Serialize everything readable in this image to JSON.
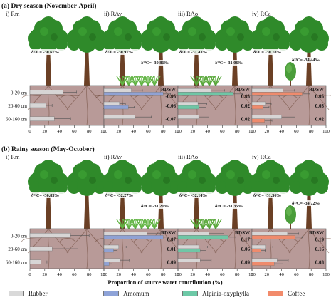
{
  "colors": {
    "rubber": "#d9d9d9",
    "amomum": "#8ea3d8",
    "alpinia": "#6dc9a7",
    "coffee": "#f28b6b",
    "soil": "#b89a98",
    "leaf": "#2f8a2a",
    "trunk": "#6b4025"
  },
  "xlabel": "Proportion of source water contribution (%)",
  "legend": [
    {
      "label": "Rubber",
      "color": "#d9d9d9"
    },
    {
      "label": "Amomum",
      "color": "#8ea3d8"
    },
    {
      "label": "Alpinia-oxyphylla",
      "color": "#6dc9a7"
    },
    {
      "label": "Coffee",
      "color": "#f28b6b"
    }
  ],
  "chart_data": [
    {
      "type": "bar",
      "season": "(a) Dry season (November-April)",
      "depths": [
        "0-20 cm",
        "20-60 cm",
        "60-160 cm"
      ],
      "xticks": [
        0,
        20,
        40,
        60,
        80,
        100
      ],
      "xlim": [
        0,
        100
      ],
      "rdsw_label": "RDSW",
      "panels": [
        {
          "title": "i) Rm",
          "tree_label": "δ¹³C= -30.67‰",
          "crop": null,
          "series": [
            {
              "name": "Rubber",
              "values": [
                45,
                22,
                33
              ],
              "errors": [
                18,
                8,
                22
              ]
            }
          ],
          "rdsw": []
        },
        {
          "title": "ii) RAv",
          "tree_label": "δ¹³C= -30.91‰",
          "crop": "amomum",
          "crop_label": "δ¹³C= -30.81‰",
          "series": [
            {
              "name": "Rubber",
              "values": [
                37,
                21,
                42
              ],
              "errors": [
                15,
                8,
                22
              ]
            },
            {
              "name": "Amomum",
              "values": [
                80,
                33,
                0
              ],
              "errors": [
                10,
                8,
                0
              ]
            }
          ],
          "rdsw": [
            "-0.06",
            "-0.06",
            "-0.07"
          ]
        },
        {
          "title": "iii) RAo",
          "tree_label": "δ¹³C= -31.43‰",
          "crop": "alpinia",
          "crop_label": "δ¹³C= -31.06‰",
          "series": [
            {
              "name": "Rubber",
              "values": [
                45,
                27,
                28
              ],
              "errors": [
                18,
                12,
                14
              ]
            },
            {
              "name": "Alpinia-oxyphylla",
              "values": [
                75,
                28,
                0
              ],
              "errors": [
                12,
                10,
                0
              ]
            }
          ],
          "rdsw": [
            "0.03",
            "0.02",
            "0.02"
          ]
        },
        {
          "title": "iv) RCa",
          "tree_label": "δ¹³C= -30.18‰",
          "crop": "coffee",
          "crop_label": "δ¹³C= -34.44‰",
          "series": [
            {
              "name": "Rubber",
              "values": [
                42,
                18,
                40
              ],
              "errors": [
                15,
                8,
                18
              ]
            },
            {
              "name": "Coffee",
              "values": [
                68,
                15,
                17
              ],
              "errors": [
                10,
                8,
                10
              ]
            }
          ],
          "rdsw": [
            "0.05",
            "0.03",
            "0.02"
          ]
        }
      ]
    },
    {
      "type": "bar",
      "season": "(b) Rainy season (May-October)",
      "depths": [
        "0-20 cm",
        "20-60 cm",
        "60-160 cm"
      ],
      "xticks": [
        0,
        20,
        40,
        60,
        80,
        100
      ],
      "xlim": [
        0,
        100
      ],
      "rdsw_label": "RDSW",
      "panels": [
        {
          "title": "i) Rm",
          "tree_label": "δ¹³C= -30.83‰",
          "crop": null,
          "series": [
            {
              "name": "Rubber",
              "values": [
                55,
                30,
                15
              ],
              "errors": [
                25,
                35,
                8
              ]
            }
          ],
          "rdsw": []
        },
        {
          "title": "ii) RAv",
          "tree_label": "δ¹³C= -32.27‰",
          "crop": "amomum",
          "crop_label": "δ¹³C= -31.21‰",
          "series": [
            {
              "name": "Rubber",
              "values": [
                58,
                20,
                22
              ],
              "errors": [
                18,
                10,
                12
              ]
            },
            {
              "name": "Amomum",
              "values": [
                80,
                13,
                7
              ],
              "errors": [
                8,
                5,
                4
              ]
            }
          ],
          "rdsw": [
            "0.07",
            "0.01",
            "0.09"
          ]
        },
        {
          "title": "iii) RAo",
          "tree_label": "δ¹³C= -32.14‰",
          "crop": "alpinia",
          "crop_label": "δ¹³C= -31.35‰",
          "series": [
            {
              "name": "Rubber",
              "values": [
                42,
                28,
                30
              ],
              "errors": [
                20,
                12,
                15
              ]
            },
            {
              "name": "Alpinia-oxyphylla",
              "values": [
                68,
                30,
                0
              ],
              "errors": [
                10,
                8,
                0
              ]
            }
          ],
          "rdsw": [
            "0.17",
            "0.06",
            "0.09"
          ]
        },
        {
          "title": "iv) RCa",
          "tree_label": "δ¹³C= -31.36‰",
          "crop": "coffee",
          "crop_label": "δ¹³C= -34.72‰",
          "series": [
            {
              "name": "Rubber",
              "values": [
                48,
                18,
                34
              ],
              "errors": [
                15,
                10,
                15
              ]
            },
            {
              "name": "Coffee",
              "values": [
                58,
                12,
                30
              ],
              "errors": [
                10,
                6,
                12
              ]
            }
          ],
          "rdsw": [
            "0.19",
            "0.16",
            "0.03"
          ]
        }
      ]
    }
  ]
}
